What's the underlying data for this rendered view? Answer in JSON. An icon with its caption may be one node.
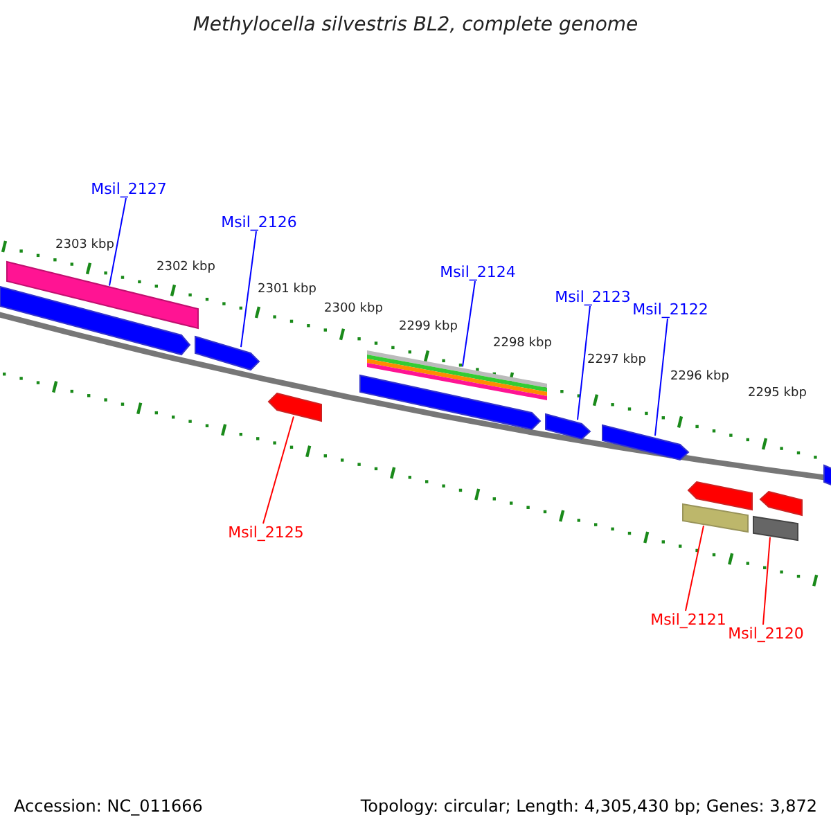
{
  "diagram": {
    "title": "Methylocella silvestris BL2, complete genome",
    "nodes": [
      {
        "text": [
          "Msil_2127"
        ]
      },
      {
        "text": [
          "Msil_2126"
        ]
      },
      {
        "text": [
          "Msil_2124"
        ]
      },
      {
        "text": [
          "Msil_2123"
        ]
      },
      {
        "text": [
          "Msil_2122"
        ]
      },
      {
        "text": [
          "Msil_2125"
        ]
      },
      {
        "text": [
          "Msil_2121"
        ]
      },
      {
        "text": [
          "Msil_2120"
        ]
      },
      {
        "text": [],
        "shape": "bar"
      },
      {
        "text": [],
        "shape": "pentagon"
      },
      {
        "text": [],
        "shape": "pentagon"
      },
      {
        "text": [],
        "shape": "pentagon"
      },
      {
        "text": [],
        "shape": "bar"
      },
      {
        "text": [],
        "shape": "pentagon"
      },
      {
        "text": [],
        "shape": "pentagon"
      },
      {
        "text": [],
        "shape": "pentagon"
      },
      {
        "text": [],
        "shape": "bar"
      },
      {
        "text": [],
        "shape": "pentagon"
      },
      {
        "text": [],
        "shape": "bar"
      },
      {
        "text": [],
        "shape": "pentagon"
      },
      {
        "text": [],
        "shape": "pentagon"
      }
    ],
    "edges": [
      {
        "from": 0,
        "to": 8,
        "arrow": "none"
      },
      {
        "from": 1,
        "to": 10,
        "arrow": "none"
      },
      {
        "from": 2,
        "to": 12,
        "arrow": "none"
      },
      {
        "from": 3,
        "to": 14,
        "arrow": "none"
      },
      {
        "from": 4,
        "to": 15,
        "arrow": "none"
      },
      {
        "from": 5,
        "to": 11,
        "arrow": "none",
        "color": "#ff0000"
      },
      {
        "from": 6,
        "to": 16,
        "arrow": "none",
        "color": "#ff0000"
      },
      {
        "from": 7,
        "to": 18,
        "arrow": "none",
        "color": "#ff0000"
      }
    ],
    "labels": [
      "2303 kbp",
      "2302 kbp",
      "2301 kbp",
      "2300 kbp",
      "2299 kbp",
      "2298 kbp",
      "2297 kbp",
      "2296 kbp",
      "2295 kbp",
      "Accession: NC_011666",
      "Topology: circular; Length: 4,305,430 bp; Genes: 3,872"
    ]
  }
}
